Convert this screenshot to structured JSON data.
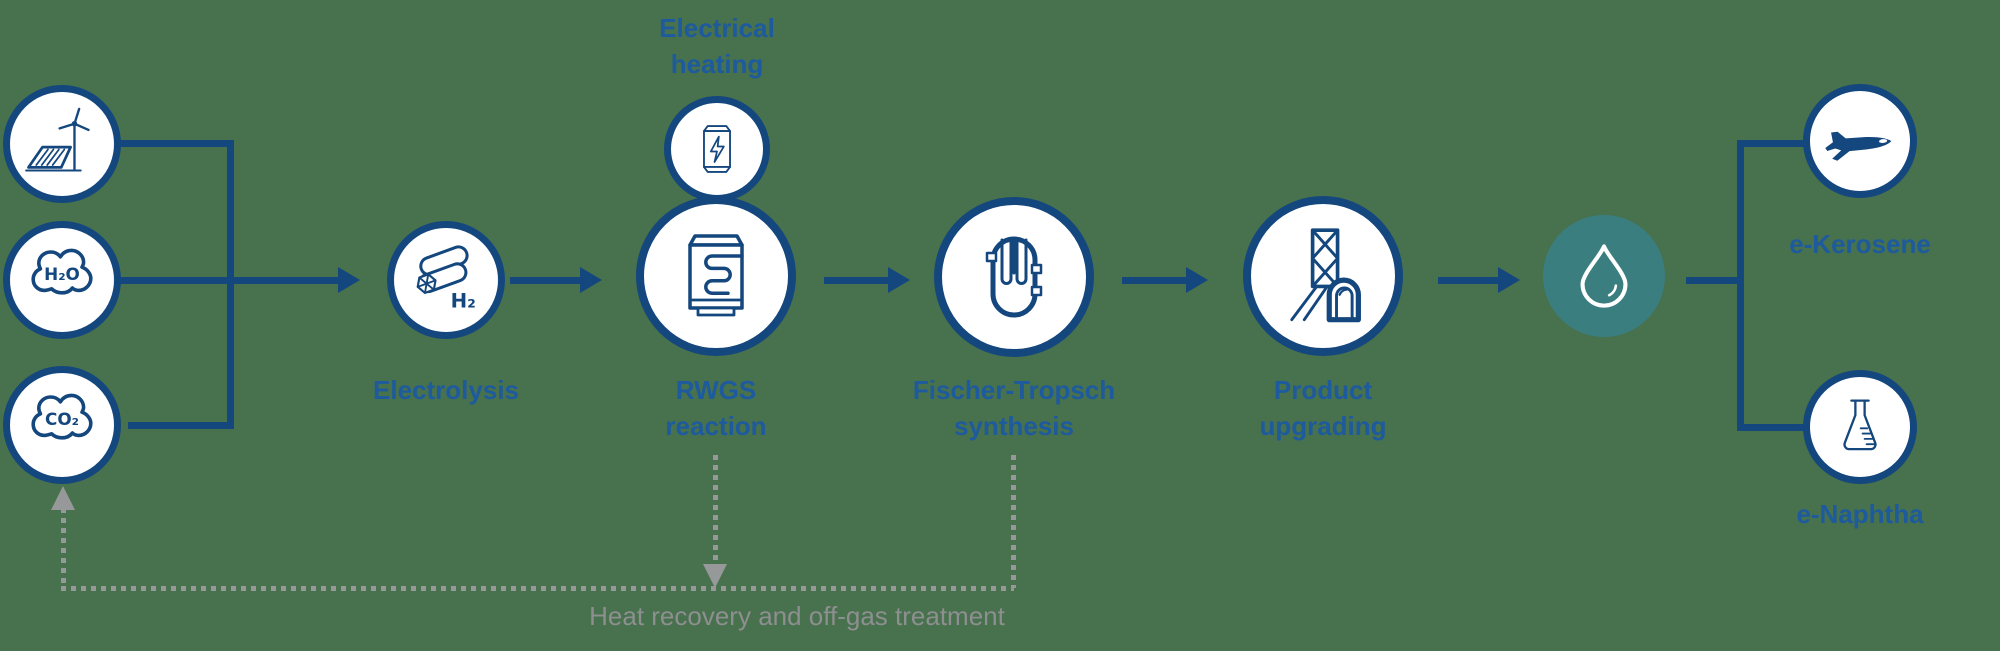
{
  "colors": {
    "background": "#48714D",
    "blue": "#14477E",
    "blue-text": "#1D5A9E",
    "teal": "#3B7E80",
    "gray-line": "#96989A",
    "gray-text": "#8D8F90",
    "white": "#FFFFFF"
  },
  "inputs": {
    "renewable_icon": "wind-turbine-solar-panel-icon",
    "water_formula": "H₂O",
    "co2_formula": "CO₂"
  },
  "stages": {
    "electrolysis": {
      "label": "Electrolysis",
      "h2_formula": "H₂",
      "icon": "electrolyzer-stack-icon"
    },
    "electrical_heating": {
      "lines": [
        "Electrical",
        "heating"
      ],
      "icon": "battery-lightning-icon"
    },
    "rwgs": {
      "lines": [
        "RWGS",
        "reaction"
      ],
      "icon": "heat-exchanger-reactor-icon"
    },
    "fischer_tropsch": {
      "lines": [
        "Fischer-Tropsch",
        "synthesis"
      ],
      "icon": "tubular-reactor-icon"
    },
    "product_upgrading": {
      "lines": [
        "Product",
        "upgrading"
      ],
      "icon": "distillation-column-icon"
    },
    "liquid_fuel": {
      "icon": "droplet-icon"
    }
  },
  "outputs": {
    "kerosene": {
      "label": "e-Kerosene",
      "icon": "airplane-icon"
    },
    "naphtha": {
      "label": "e-Naphtha",
      "icon": "erlenmeyer-flask-icon"
    }
  },
  "recycle": {
    "label": "Heat recovery and off-gas treatment"
  }
}
